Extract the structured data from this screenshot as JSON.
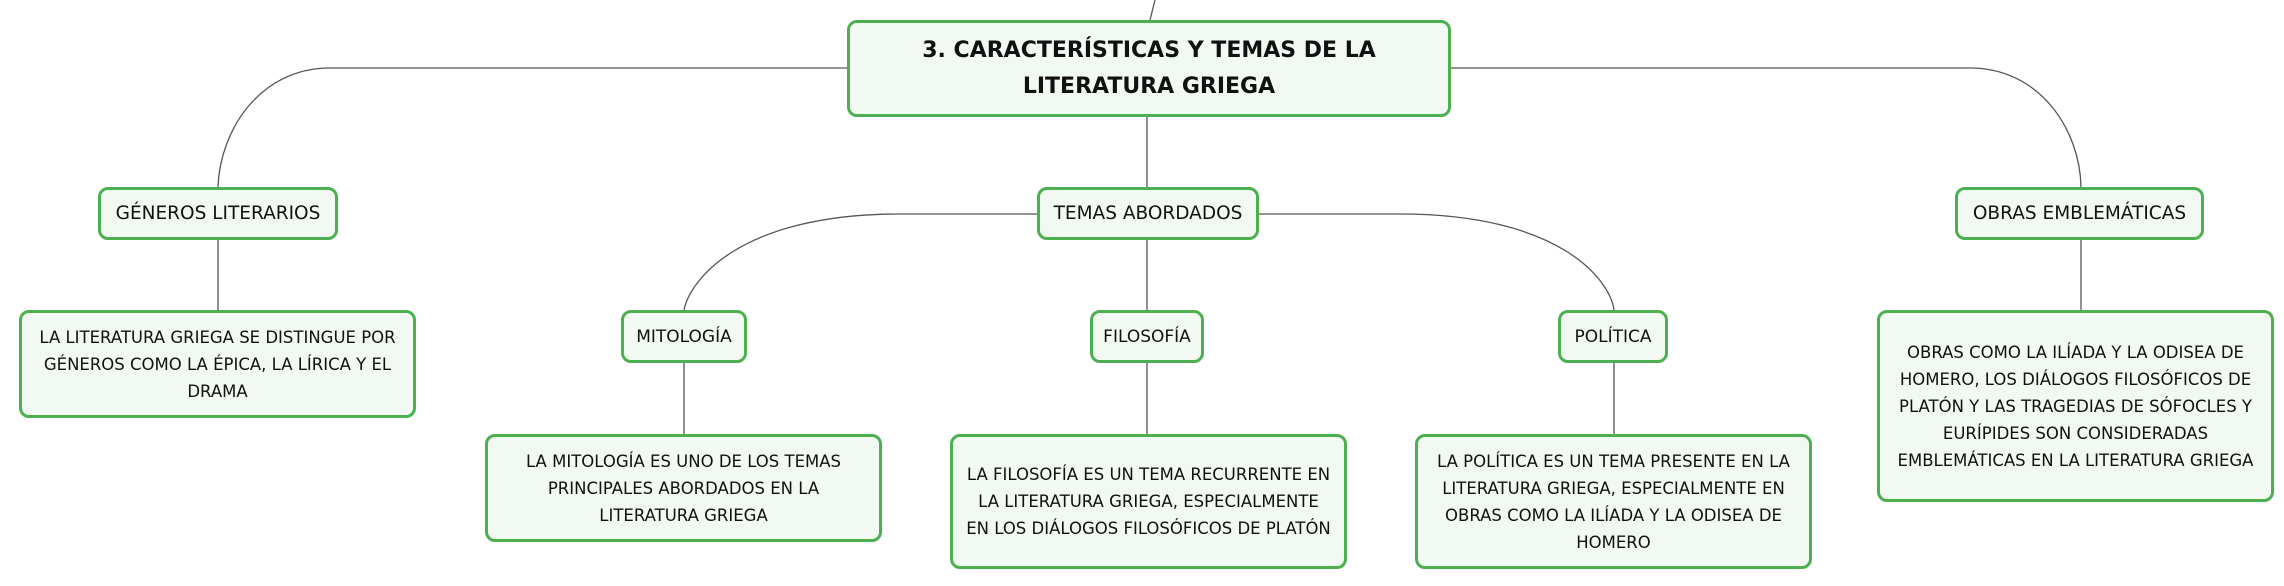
{
  "root": {
    "label": "3. CARACTERÍSTICAS Y TEMAS DE LA LITERATURA GRIEGA"
  },
  "generos": {
    "label": "GÉNEROS LITERARIOS",
    "detail": "LA LITERATURA GRIEGA SE DISTINGUE POR GÉNEROS COMO LA ÉPICA, LA LÍRICA Y EL DRAMA"
  },
  "temas": {
    "label": "TEMAS ABORDADOS",
    "mitologia": {
      "label": "MITOLOGÍA",
      "detail": "LA MITOLOGÍA ES UNO DE LOS TEMAS PRINCIPALES ABORDADOS EN LA LITERATURA GRIEGA"
    },
    "filosofia": {
      "label": "FILOSOFÍA",
      "detail": "LA FILOSOFÍA ES UN TEMA RECURRENTE EN LA LITERATURA GRIEGA, ESPECIALMENTE EN LOS DIÁLOGOS FILOSÓFICOS DE PLATÓN"
    },
    "politica": {
      "label": "POLÍTICA",
      "detail": "LA POLÍTICA ES UN TEMA PRESENTE EN LA LITERATURA GRIEGA, ESPECIALMENTE EN OBRAS COMO LA ILÍADA Y LA ODISEA DE HOMERO"
    }
  },
  "obras": {
    "label": "OBRAS EMBLEMÁTICAS",
    "detail": "OBRAS COMO LA ILÍADA Y LA ODISEA DE HOMERO, LOS DIÁLOGOS FILOSÓFICOS DE PLATÓN Y LAS TRAGEDIAS DE SÓFOCLES Y EURÍPIDES SON CONSIDERADAS EMBLEMÁTICAS EN LA LITERATURA GRIEGA"
  },
  "colors": {
    "border": "#4caf50",
    "fill": "#f2f9f3",
    "connector": "#555555"
  }
}
